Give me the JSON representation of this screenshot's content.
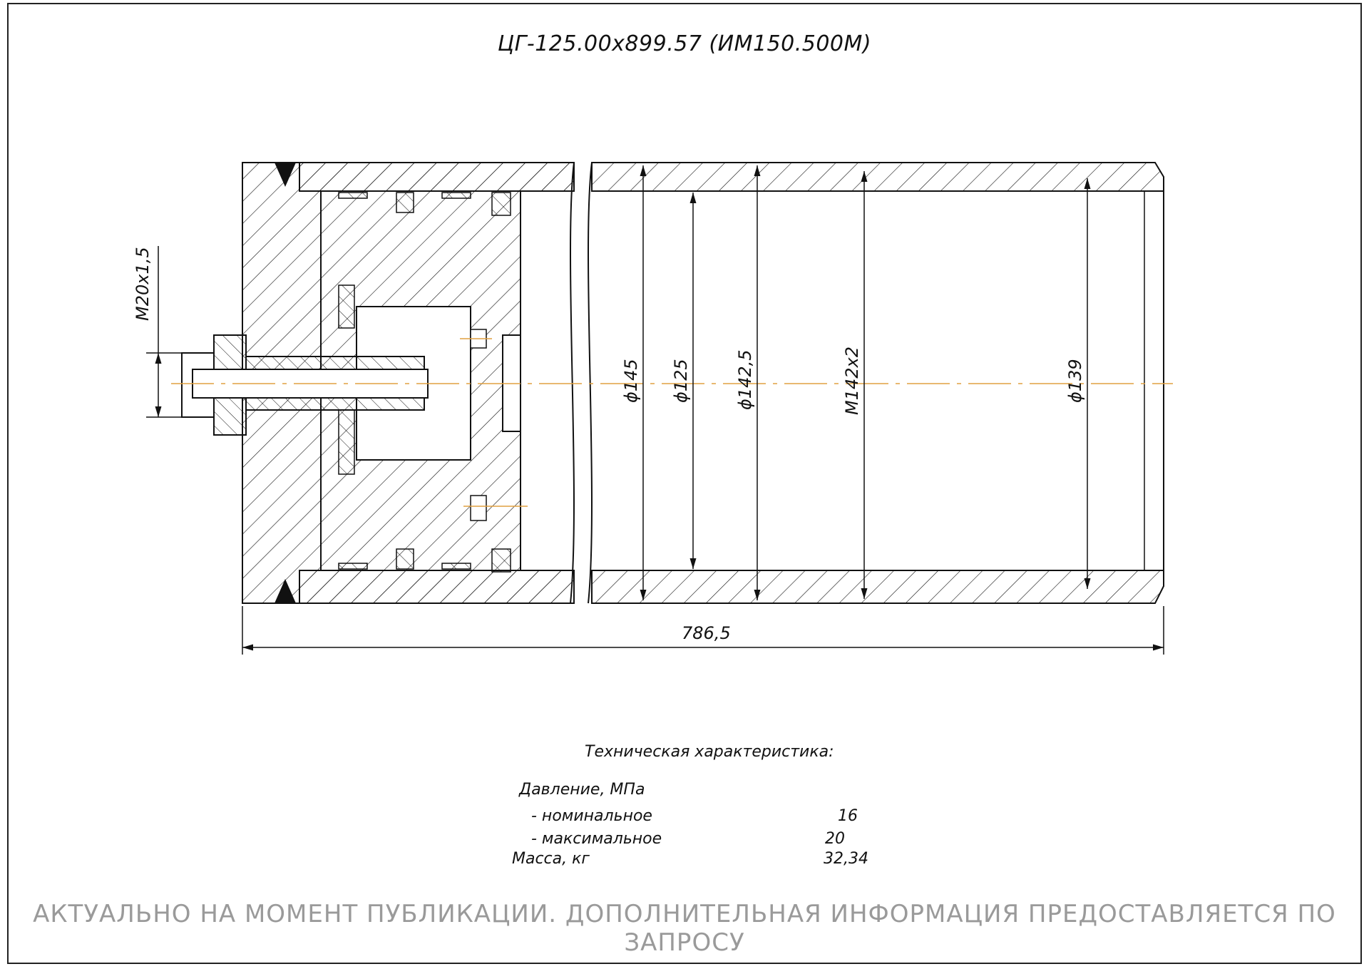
{
  "drawing": {
    "title": "ЦГ-125.00x899.57 (ИМ150.500М)",
    "dimensions": {
      "port_thread": "M20x1,5",
      "d145": "ϕ145",
      "d125": "ϕ125",
      "d142": "ϕ142,5",
      "thread_m142": "M142x2",
      "d139": "ϕ139",
      "overall_length": "786,5"
    },
    "colors": {
      "line": "#111111",
      "axis": "#e0a040",
      "notice": "#9a9a9a"
    }
  },
  "specs": {
    "heading": "Техническая характеристика:",
    "pressure_label": "Давление, МПа",
    "nominal_label": "- номинальное",
    "nominal_value": "16",
    "max_label": "- максимальное",
    "max_value": "20",
    "mass_label": "Масса, кг",
    "mass_value": "32,34"
  },
  "notice": "АКТУАЛЬНО НА МОМЕНТ ПУБЛИКАЦИИ. ДОПОЛНИТЕЛЬНАЯ ИНФОРМАЦИЯ ПРЕДОСТАВЛЯЕТСЯ ПО ЗАПРОСУ"
}
